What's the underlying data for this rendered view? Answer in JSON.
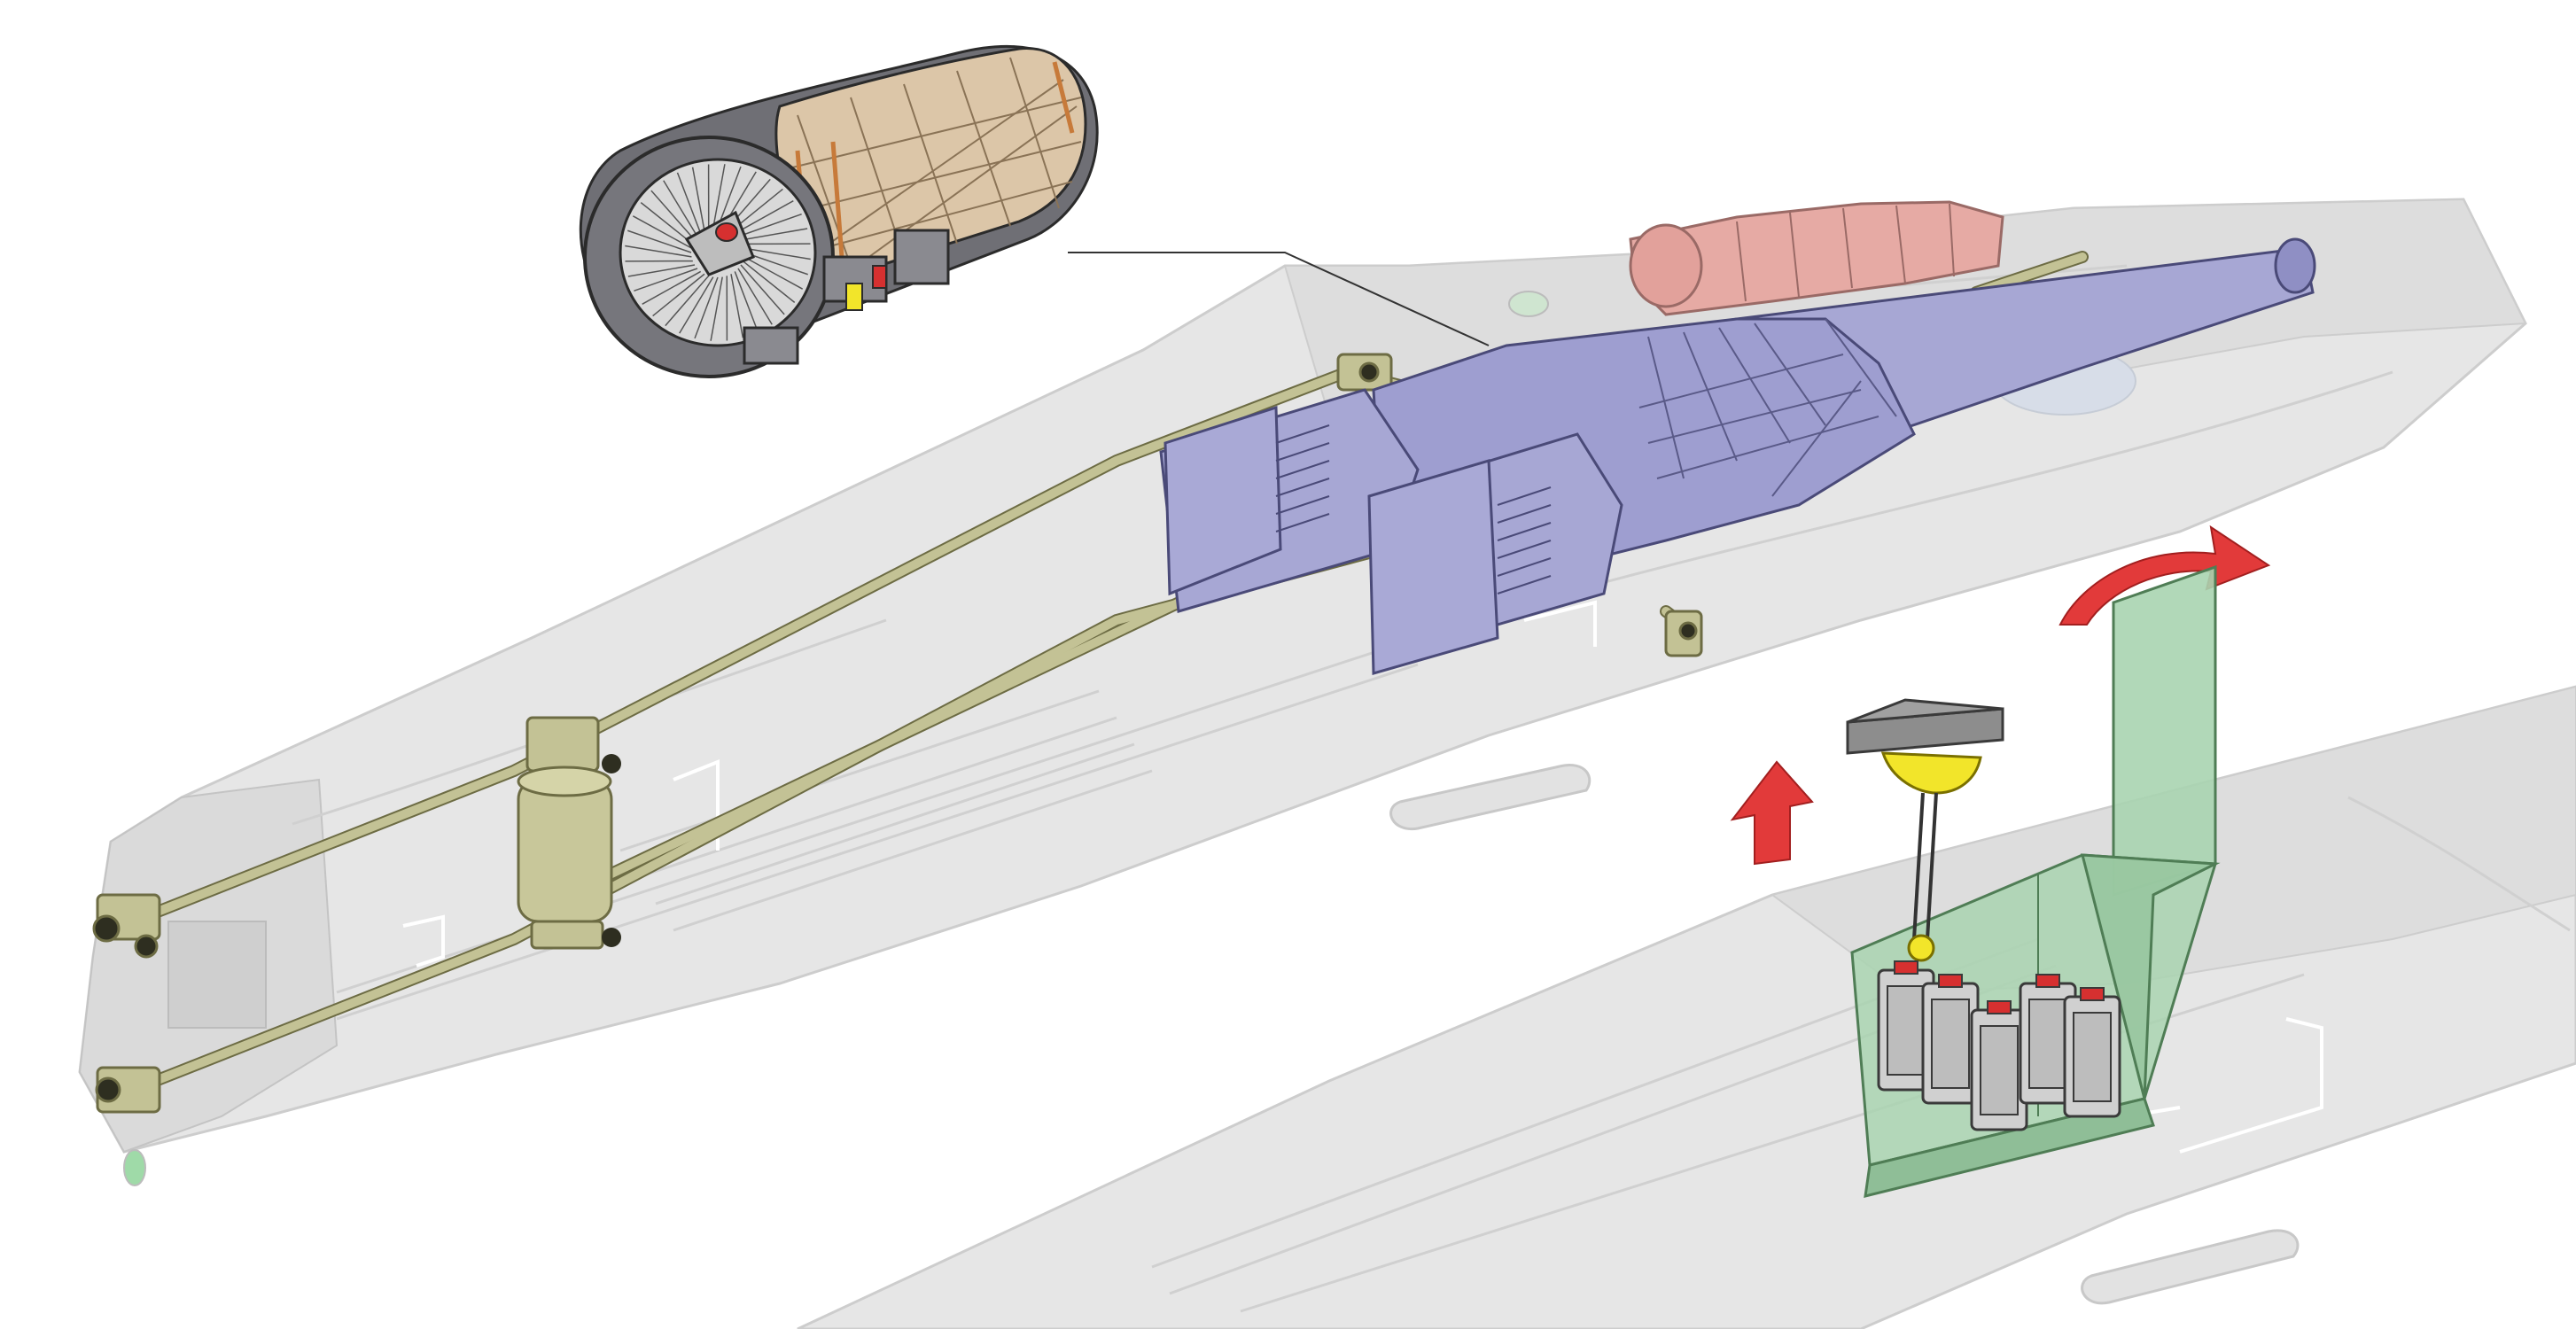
{
  "diagram": {
    "labels": [],
    "colors": {
      "background": "#ffffff",
      "airframe": "#e4e4e4",
      "airframe_edge": "#c9c9c9",
      "airframe_detail": "#d2d2d2",
      "engine_body": "#a7a7d4",
      "engine_edge": "#4a4a78",
      "engine_pink": "#e6aaa4",
      "engine_pink_edge": "#9a6a66",
      "fuel_lines": "#c3c295",
      "fuel_line_edge": "#6d6c44",
      "bay_door": "#a9d4b0",
      "bay_edge": "#4f7d55",
      "arrow": "#e23a3a",
      "hoist_yellow": "#f2e52a",
      "hoist_grey": "#8d8d8d",
      "battery_grey": "#d0d0d0",
      "battery_red": "#d63030",
      "inset_grey": "#6f6f75",
      "inset_tan": "#dcc6a8",
      "inset_orange": "#c77a3a",
      "leader_line": "#333333"
    },
    "icons": [
      "engine-cutaway-inset",
      "upward-arrow",
      "curved-rotate-arrow",
      "chain-hoist",
      "battery-module"
    ]
  }
}
